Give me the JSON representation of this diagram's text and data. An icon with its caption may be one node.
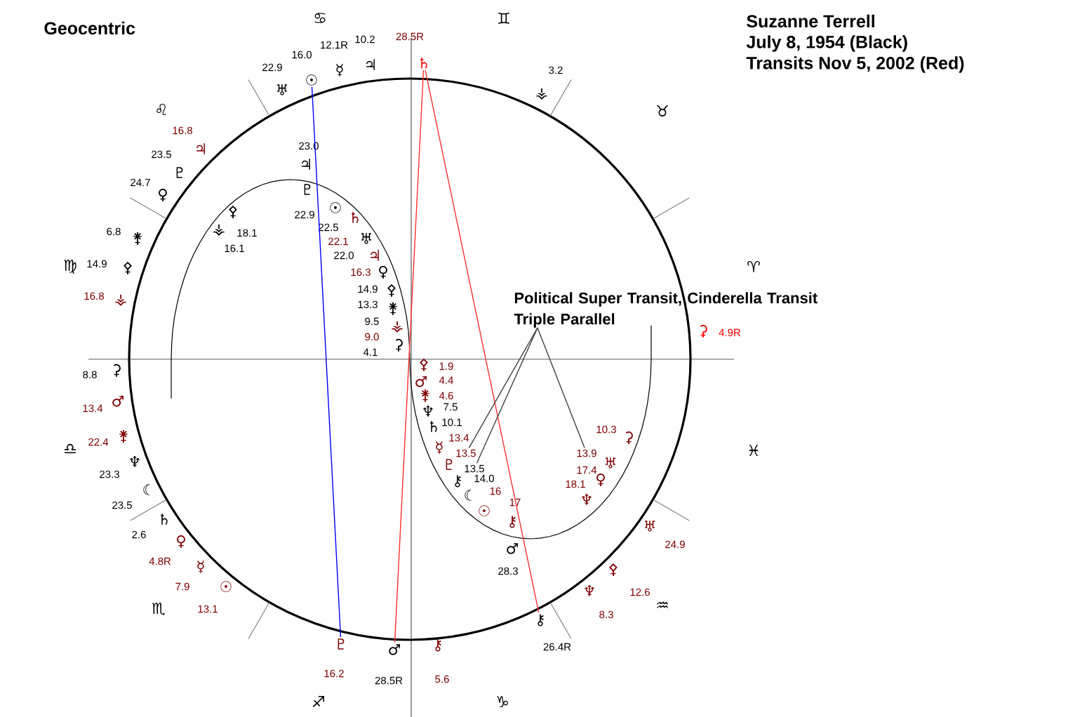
{
  "diagram": {
    "title": "Geocentric",
    "nodes": [
      {
        "text": [
          "☉"
        ],
        "beside": [
          "16.0"
        ]
      },
      {
        "text": [
          "♄"
        ],
        "beside": [
          "28.5R"
        ]
      },
      {
        "text": [
          "♇"
        ],
        "beside": [
          "16.2"
        ]
      },
      {
        "text": [
          "♂"
        ],
        "beside": [
          "28.5R"
        ]
      },
      {
        "text": [
          "⚷"
        ],
        "beside": [
          "26.4R"
        ]
      },
      {
        "text": [
          "Political Super Transit, Cinderella Transit Triple Parallel"
        ]
      },
      {
        "text": [
          "13.5"
        ]
      },
      {
        "text": [
          "13.5"
        ]
      },
      {
        "text": [
          "13.9"
        ]
      }
    ],
    "edges": [
      {
        "from": 0,
        "to": 2,
        "arrow": "none",
        "color": "#0000ff"
      },
      {
        "from": 1,
        "to": 3,
        "arrow": "none",
        "color": "#ff3030"
      },
      {
        "from": 1,
        "to": 4,
        "arrow": "none",
        "color": "#ff3030"
      },
      {
        "from": 5,
        "to": 6,
        "arrow": "none",
        "color": "#404040"
      },
      {
        "from": 5,
        "to": 7,
        "arrow": "none",
        "color": "#404040"
      },
      {
        "from": 5,
        "to": 8,
        "arrow": "none",
        "color": "#404040"
      }
    ],
    "labels": [
      "Suzanne Terrell",
      "July 8, 1954 (Black)",
      "Transits Nov 5, 2002 (Red)",
      "♋",
      "♊",
      "10.2",
      "12.1R",
      "♃",
      "☿",
      "22.9",
      "♅",
      "3.2",
      "⚶",
      "♉",
      "♌",
      "16.8",
      "♃",
      "23.5",
      "♇",
      "23.0",
      "♃",
      "24.7",
      "♇",
      "♀",
      "☉",
      "⚴",
      "22.9",
      "♄",
      "22.5",
      "6.8",
      "⚶",
      "18.1",
      "⚵",
      "♅",
      "22.1",
      "16.1",
      "22.0",
      "♃",
      "16.3",
      "♀",
      "14.9",
      "⚴",
      "13.3",
      "⚵",
      "9.5",
      "⚶",
      "9.0",
      "⚳",
      "4.1",
      "14.9",
      "♍",
      "⚴",
      "♈",
      "16.8",
      "⚶",
      "⚳",
      "4.9R",
      "⚴",
      "1.9",
      "⚳",
      "8.8",
      "♂",
      "4.4",
      "⚵",
      "4.6",
      "♂",
      "13.4",
      "♆",
      "7.5",
      "♄",
      "10.1",
      "10.3",
      "⚳",
      "⚵",
      "13.4",
      "22.4",
      "☿",
      "♎",
      "♓",
      "♅",
      "♆",
      "♇",
      "17.4",
      "23.3",
      "⚷",
      "14.0",
      "♀",
      "18.1",
      "☾",
      "☾",
      "16",
      "♆",
      "17",
      "23.5",
      "☉",
      "♄",
      "⚷",
      "♅",
      "2.6",
      "♀",
      "24.9",
      "♂",
      "4.8R",
      "☿",
      "⚴",
      "28.3",
      "☉",
      "7.9",
      "♆",
      "12.6",
      "♒",
      "♏",
      "13.1",
      "8.3",
      "⚷",
      "5.6",
      "♐",
      "♑"
    ]
  }
}
